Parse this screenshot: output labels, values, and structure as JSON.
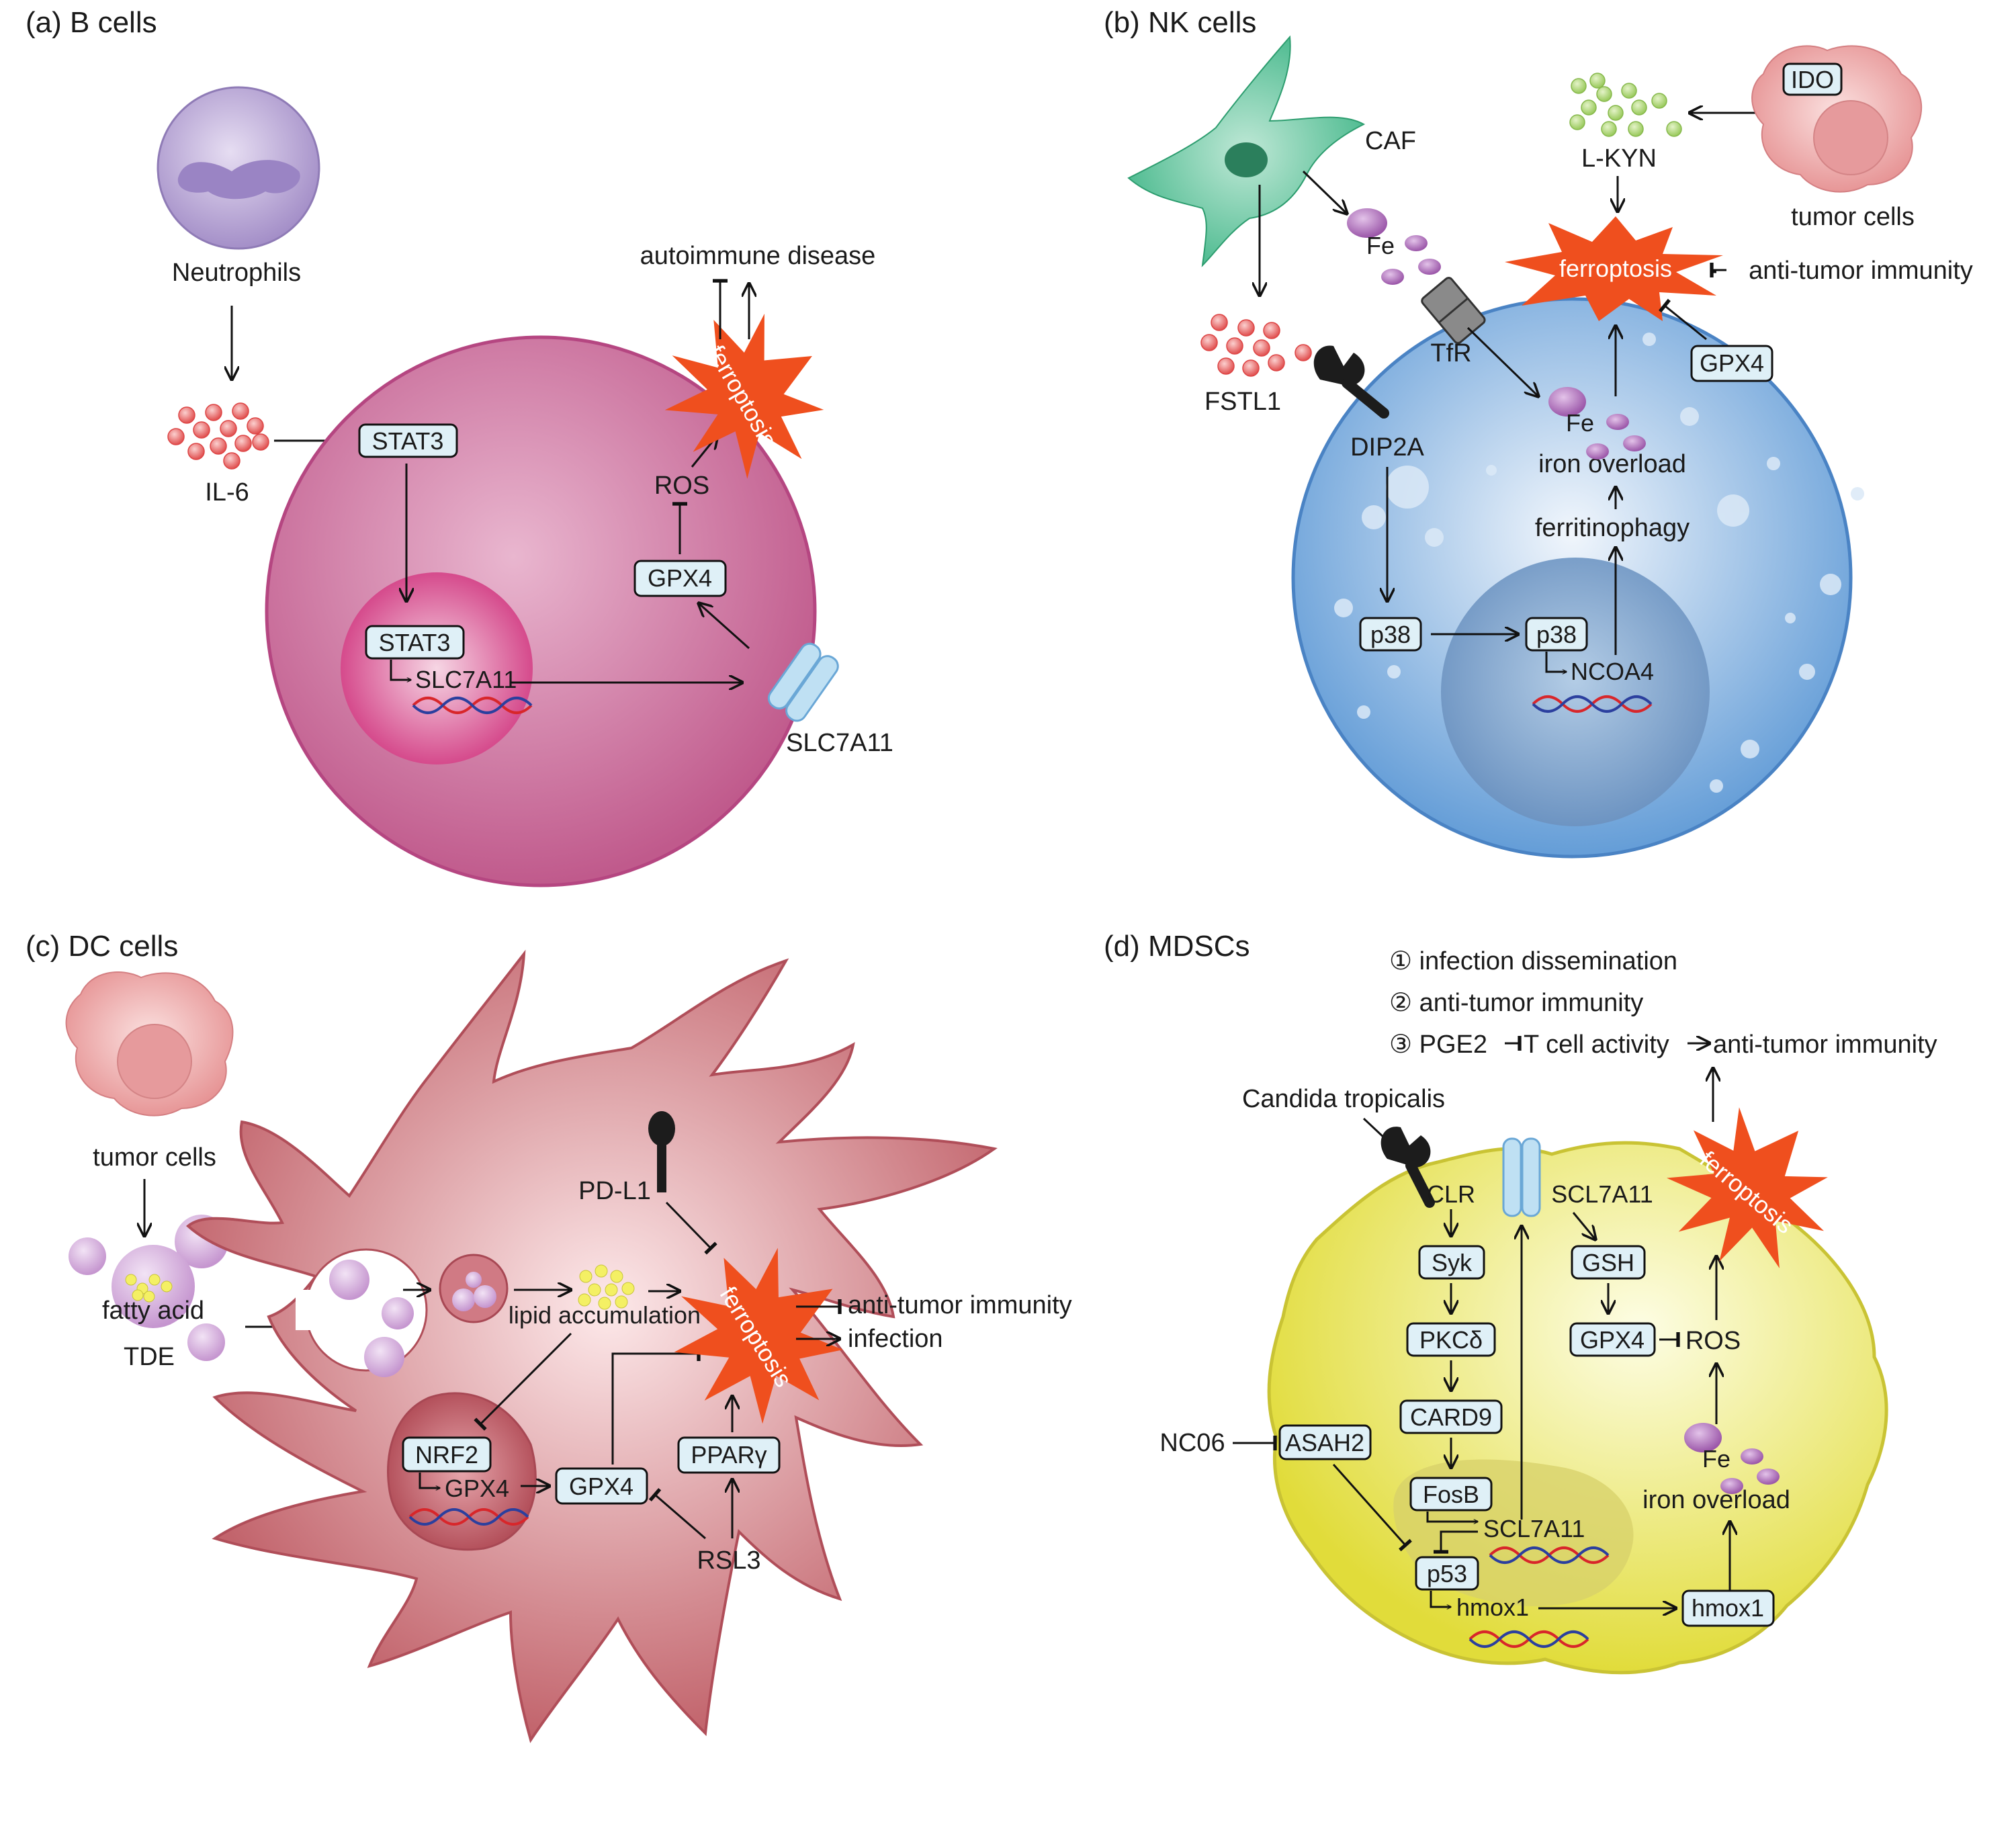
{
  "colors": {
    "b_cell": "#c8588f",
    "nk_cell": "#6fa6da",
    "dc_cell": "#c76a72",
    "mdsc_cell": "#e6e247",
    "ferroptosis_burst": "#ef4f1e",
    "protein_box": "#dff0f7",
    "caf": "#3fb587",
    "fe_particle": "#a25fb0",
    "il6_particle": "#e86464",
    "lkyn_particle": "#9ccf5e"
  },
  "panel_a": {
    "title": "(a) B cells",
    "neutrophils": "Neutrophils",
    "il6": "IL-6",
    "stat3_cyto": "STAT3",
    "stat3_nuc": "STAT3",
    "slc7a11_gene": "SLC7A11",
    "slc7a11_transporter": "SLC7A11",
    "gpx4": "GPX4",
    "ros": "ROS",
    "ferroptosis": "ferroptosis",
    "autoimmune": "autoimmune disease"
  },
  "panel_b": {
    "title": "(b) NK cells",
    "caf": "CAF",
    "fe_outside": "Fe",
    "fstl1": "FSTL1",
    "tfr": "TfR",
    "dip2a": "DIP2A",
    "p38_cyto": "p38",
    "p38_nuc": "p38",
    "ncoa4": "NCOA4",
    "ferritinophagy": "ferritinophagy",
    "fe_inside": "Fe",
    "iron_overload": "iron overload",
    "gpx4": "GPX4",
    "ferroptosis": "ferroptosis",
    "anti_tumor": "anti-tumor immunity",
    "lkyn": "L-KYN",
    "ido": "IDO",
    "tumor_cells": "tumor cells"
  },
  "panel_c": {
    "title": "(c) DC cells",
    "tumor_cells": "tumor cells",
    "fatty_acid": "fatty acid",
    "tde": "TDE",
    "pdl1": "PD-L1",
    "lipid_accumulation": "lipid accumulation",
    "nrf2": "NRF2",
    "gpx4_gene": "GPX4",
    "gpx4": "GPX4",
    "ppar": "PPARγ",
    "rsl3": "RSL3",
    "ferroptosis": "ferroptosis",
    "anti_tumor": "anti-tumor immunity",
    "infection": "infection"
  },
  "panel_d": {
    "title": "(d) MDSCs",
    "outcome_1": "① infection dissemination",
    "outcome_2": "② anti-tumor immunity",
    "outcome_3a": "③ PGE2",
    "outcome_3b": "T cell activity",
    "outcome_3c": "anti-tumor immunity",
    "candida": "Candida tropicalis",
    "clr": "CLR",
    "syk": "Syk",
    "pkc": "PKCδ",
    "card9": "CARD9",
    "fosb": "FosB",
    "p53": "p53",
    "nc06": "NC06",
    "asah2": "ASAH2",
    "scl7a11_top": "SCL7A11",
    "scl7a11_gene": "SCL7A11",
    "gsh": "GSH",
    "gpx4": "GPX4",
    "ros": "ROS",
    "ferroptosis": "ferroptosis",
    "fe": "Fe",
    "iron_overload": "iron overload",
    "hmox1_gene": "hmox1",
    "hmox1_protein": "hmox1"
  }
}
